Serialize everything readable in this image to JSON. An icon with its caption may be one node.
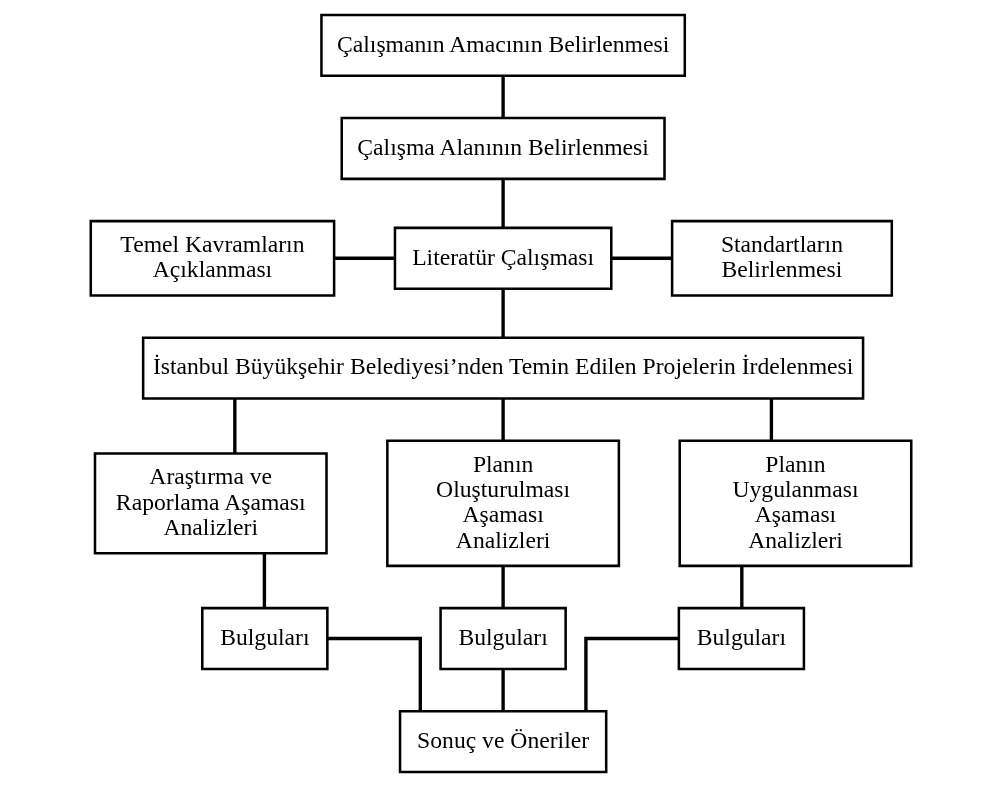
{
  "diagram": {
    "nodes": [
      {
        "text": [
          "Çalışmanın Amacının Belirlenmesi"
        ]
      },
      {
        "text": [
          "Çalışma Alanının Belirlenmesi"
        ]
      },
      {
        "text": [
          "Temel Kavramların Açıklanması"
        ]
      },
      {
        "text": [
          "Literatür Çalışması"
        ]
      },
      {
        "text": [
          "Standartların Belirlenmesi"
        ]
      },
      {
        "text": [
          "İstanbul Büyükşehir Belediyesi’nden Temin Edilen Projelerin İrdelenmesi"
        ]
      },
      {
        "text": [
          "Araştırma ve Raporlama Aşaması Analizleri"
        ]
      },
      {
        "text": [
          "Planın Oluşturulması Aşaması Analizleri"
        ]
      },
      {
        "text": [
          "Planın Uygulanması Aşaması Analizleri"
        ]
      },
      {
        "text": [
          "Bulguları"
        ]
      },
      {
        "text": [
          "Bulguları"
        ]
      },
      {
        "text": [
          "Bulguları"
        ]
      },
      {
        "text": [
          "Sonuç ve Öneriler"
        ]
      }
    ],
    "edges": [
      {
        "from": 0,
        "to": 1,
        "arrow": "none"
      },
      {
        "from": 1,
        "to": 3,
        "arrow": "none"
      },
      {
        "from": 3,
        "to": 2,
        "arrow": "none"
      },
      {
        "from": 3,
        "to": 4,
        "arrow": "none"
      },
      {
        "from": 3,
        "to": 5,
        "arrow": "none"
      },
      {
        "from": 5,
        "to": 6,
        "arrow": "none"
      },
      {
        "from": 5,
        "to": 7,
        "arrow": "none"
      },
      {
        "from": 5,
        "to": 8,
        "arrow": "none"
      },
      {
        "from": 6,
        "to": 9,
        "arrow": "none"
      },
      {
        "from": 7,
        "to": 10,
        "arrow": "none"
      },
      {
        "from": 8,
        "to": 11,
        "arrow": "none"
      },
      {
        "from": 9,
        "to": 12,
        "arrow": "none"
      },
      {
        "from": 10,
        "to": 12,
        "arrow": "none"
      },
      {
        "from": 11,
        "to": 12,
        "arrow": "none"
      }
    ]
  }
}
